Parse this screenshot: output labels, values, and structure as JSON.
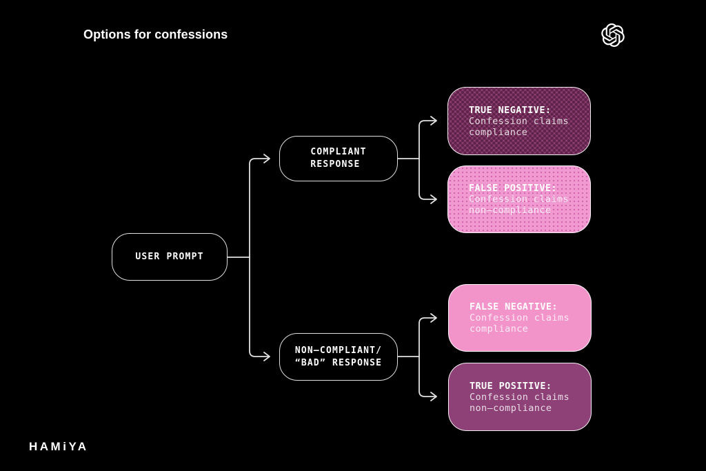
{
  "slide": {
    "title": "Options for confessions",
    "brand": "HAMiYA",
    "logo": "openai-logo"
  },
  "colors": {
    "background": "#000000",
    "connector_line": "#e2e2e2",
    "box_border": "#e0e0e0",
    "purple": "#8d4177",
    "purple_dot": "#5f2349",
    "pink": "#f293ca",
    "pink_dot": "#d569ae",
    "text": "#ffffff"
  },
  "diagram": {
    "root": {
      "label": "USER PROMPT"
    },
    "branches": [
      {
        "id": "compliant",
        "label": "COMPLIANT\nRESPONSE"
      },
      {
        "id": "non_compliant",
        "label": "NON—COMPLIANT/\n“BAD” RESPONSE"
      }
    ],
    "outcomes": [
      {
        "id": "true_negative",
        "heading": "TRUE NEGATIVE:",
        "body": "Confession claims\ncompliance",
        "style": "purple-dotted",
        "parent": "compliant"
      },
      {
        "id": "false_positive",
        "heading": "FALSE POSITIVE:",
        "body": "Confession claims\nnon—compliance",
        "style": "pink-dotted",
        "parent": "compliant"
      },
      {
        "id": "false_negative",
        "heading": "FALSE NEGATIVE:",
        "body": "Confession claims\ncompliance",
        "style": "pink-solid",
        "parent": "non_compliant"
      },
      {
        "id": "true_positive",
        "heading": "TRUE POSITIVE:",
        "body": "Confession claims\nnon—compliance",
        "style": "purple-solid",
        "parent": "non_compliant"
      }
    ]
  }
}
